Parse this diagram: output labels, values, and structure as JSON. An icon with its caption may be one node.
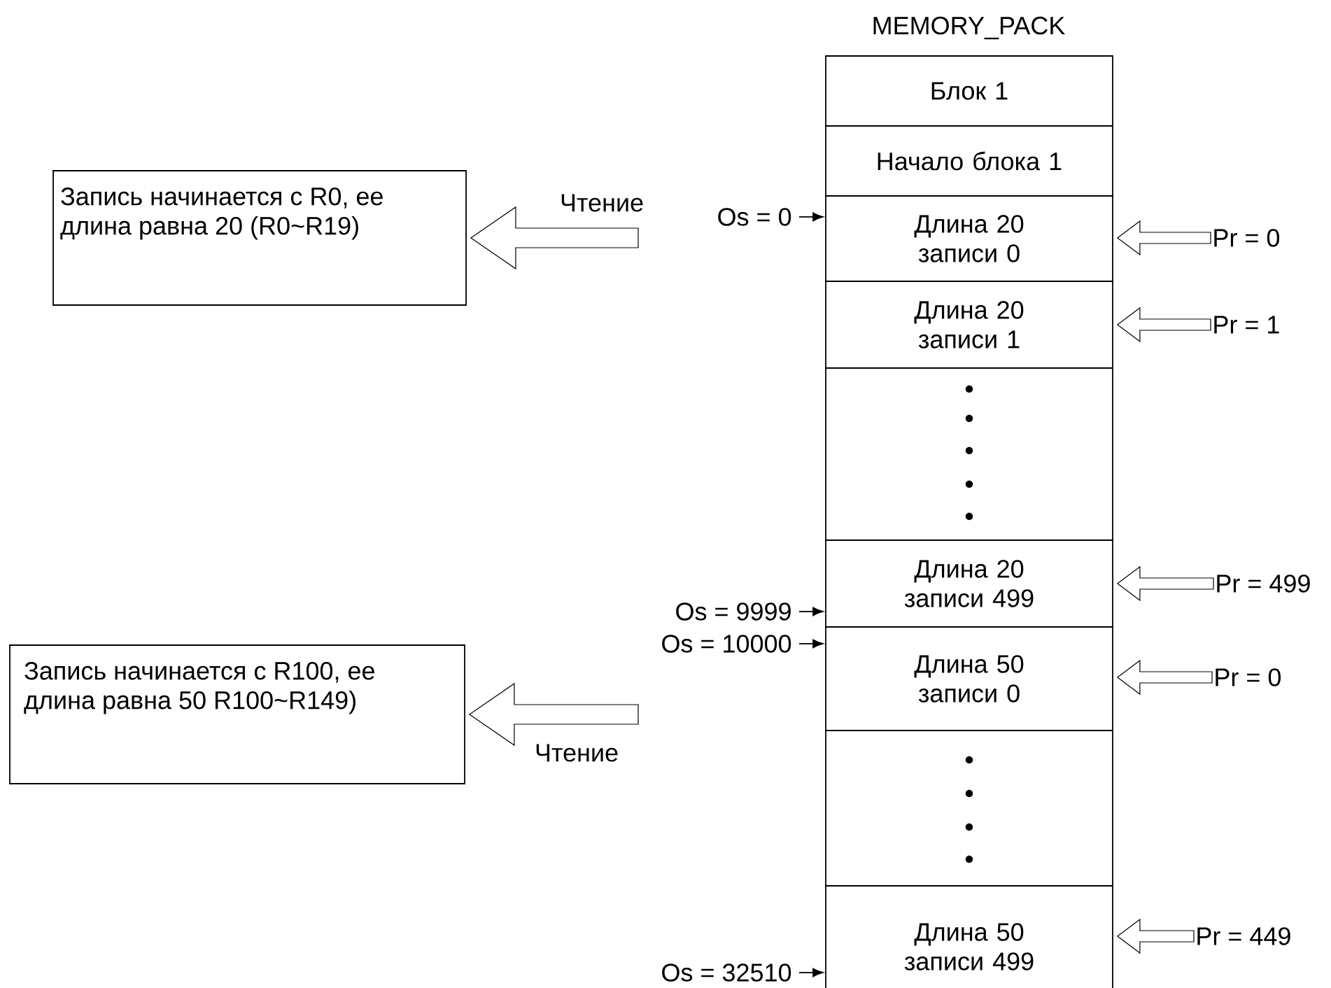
{
  "diagram": {
    "title": "MEMORY_PACK",
    "nodes": [
      {
        "text": [
          "Блок 1"
        ]
      },
      {
        "text": [
          "Начало блока 1"
        ]
      },
      {
        "text": [
          "Длина 20 записи 0"
        ]
      },
      {
        "text": [
          "Длина 20 записи 1"
        ]
      },
      {
        "text": [],
        "shape": "box"
      },
      {
        "text": [
          "Длина 20 записи 499"
        ]
      },
      {
        "text": [
          "Длина 50 записи 0"
        ]
      },
      {
        "text": [],
        "shape": "box"
      },
      {
        "text": [
          "Длина 50 записи 499"
        ]
      },
      {
        "text": [
          "Запись начинается с R0, ее длина равна 20 (R0~R19)"
        ]
      },
      {
        "text": [
          "Запись начинается с R100, ее длина равна 50 R100~R149)"
        ]
      },
      {
        "text": [
          "Os = 0"
        ]
      },
      {
        "text": [
          "Os = 9999"
        ]
      },
      {
        "text": [
          "Os = 10000"
        ]
      },
      {
        "text": [
          "Os = 32510"
        ]
      },
      {
        "text": [
          "Pr = 0"
        ]
      },
      {
        "text": [
          "Pr = 1"
        ]
      },
      {
        "text": [
          "Pr = 499"
        ]
      },
      {
        "text": [
          "Pr = 0"
        ]
      },
      {
        "text": [
          "Pr = 449"
        ]
      }
    ],
    "edges": [
      {
        "from": 11,
        "to": 2,
        "arrow": "to"
      },
      {
        "from": 12,
        "to": 5,
        "arrow": "to"
      },
      {
        "from": 13,
        "to": 6,
        "arrow": "to"
      },
      {
        "from": 14,
        "to": 8,
        "arrow": "to"
      },
      {
        "from": 15,
        "to": 2,
        "arrow": "to",
        "style": "thick"
      },
      {
        "from": 16,
        "to": 3,
        "arrow": "to",
        "style": "thick"
      },
      {
        "from": 17,
        "to": 5,
        "arrow": "to",
        "style": "thick"
      },
      {
        "from": 18,
        "to": 6,
        "arrow": "to",
        "style": "thick"
      },
      {
        "from": 19,
        "to": 8,
        "arrow": "to",
        "style": "thick"
      },
      {
        "from": null,
        "to": 9,
        "arrow": "to",
        "style": "thick",
        "label": "Чтение"
      },
      {
        "from": null,
        "to": 10,
        "arrow": "to",
        "style": "thick",
        "label": "Чтение"
      }
    ]
  }
}
